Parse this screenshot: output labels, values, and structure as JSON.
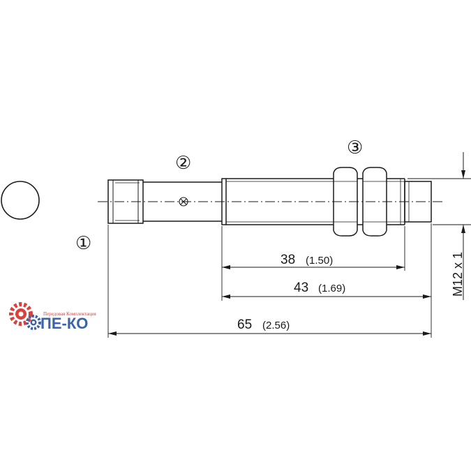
{
  "callouts": {
    "one": "①",
    "two": "②",
    "three": "③"
  },
  "dimensions": {
    "d38_main": "38",
    "d38_sub": "(1.50)",
    "d43_main": "43",
    "d43_sub": "(1.69)",
    "d65_main": "65",
    "d65_sub": "(2.56)",
    "thread": "M12 x 1"
  },
  "logo": {
    "tagline": "Передовая Комплектация",
    "name": "ПЕ-КО"
  },
  "colors": {
    "line": "#1a1a1a",
    "logo_red": "#d9413f",
    "logo_blue": "#3a63a8"
  }
}
